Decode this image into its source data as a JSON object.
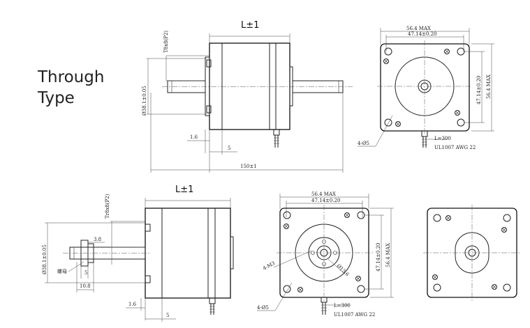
{
  "title": {
    "line1": "Through",
    "line2": "Type"
  },
  "top_row": {
    "side_view": {
      "length_label": "L±1",
      "tap_label": "T8x8(P2)",
      "diameter_label": "Ø38.1±0.05",
      "dim_1": "1.6",
      "dim_2": "5",
      "total_length": "150±1"
    },
    "front_view": {
      "width_max": "56.4 MAX",
      "hole_spacing": "47.14±0.20",
      "height_spacing": "47.14±0.20",
      "height_max": "56.4 MAX",
      "holes": "4-Ø5",
      "lead_length": "L=300",
      "wire_spec": "UL1007 AWG 22"
    }
  },
  "bottom_row": {
    "side_view": {
      "length_label": "L±1",
      "tap_label": "Tr8x8(P2)",
      "diameter_label": "Ø38.1±0.05",
      "dim_3_8": "3.8",
      "nut_label": "螺母",
      "dim_5": "5",
      "dim_10_8": "10.8",
      "dim_1_6": "1.6",
      "dim_5b": "5"
    },
    "front_view": {
      "width_max": "56.4 MAX",
      "hole_spacing": "47.14±0.20",
      "height_spacing": "47.14±0.20",
      "height_max": "56.4 MAX",
      "nut_holes": "4-M3",
      "nut_pcd": "Ø15.6",
      "holes": "4-Ø5",
      "lead_length": "L=300",
      "wire_spec": "UL1007 AWG 22"
    }
  }
}
